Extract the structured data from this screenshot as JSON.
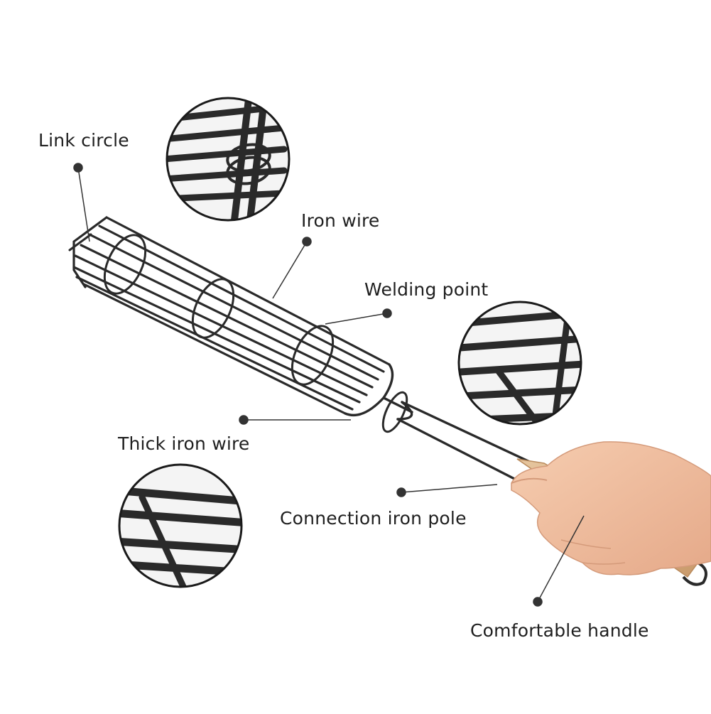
{
  "labels": {
    "link_circle": "Link circle",
    "iron_wire": "Iron wire",
    "welding_point": "Welding point",
    "thick_iron_wire": "Thick iron wire",
    "connection_iron_pole": "Connection iron pole",
    "comfortable_handle": "Comfortable handle"
  },
  "colors": {
    "wire": "#2a2a2a",
    "leader": "#333333",
    "handle_wood": "#d9b58c",
    "skin": "#f2c2a0",
    "background": "#ffffff"
  }
}
